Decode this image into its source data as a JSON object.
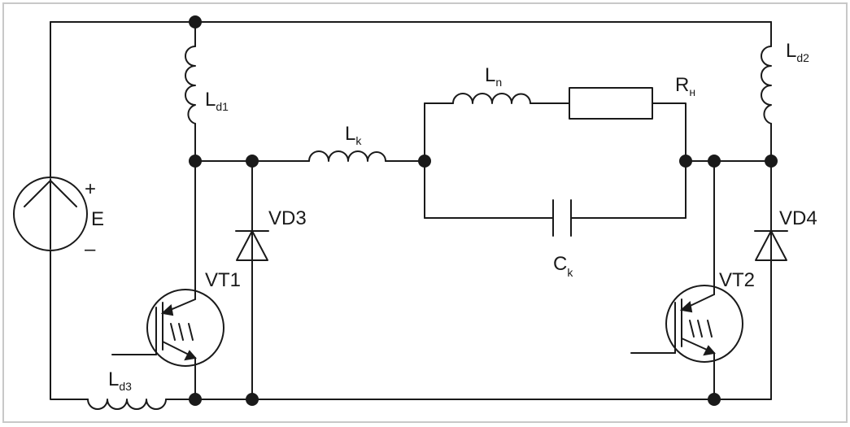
{
  "labels": {
    "Ld1": {
      "main": "L",
      "sub": "d1"
    },
    "Ld2": {
      "main": "L",
      "sub": "d2"
    },
    "Ld3": {
      "main": "L",
      "sub": "d3"
    },
    "Lk": {
      "main": "L",
      "sub": "k"
    },
    "Ln": {
      "main": "L",
      "sub": "n"
    },
    "Rn": {
      "main": "R",
      "sub": "н"
    },
    "Ck": {
      "main": "C",
      "sub": "k"
    },
    "E": "E",
    "plus": "+",
    "minus": "–",
    "VD3": "VD3",
    "VD4": "VD4",
    "VT1": "VT1",
    "VT2": "VT2"
  }
}
